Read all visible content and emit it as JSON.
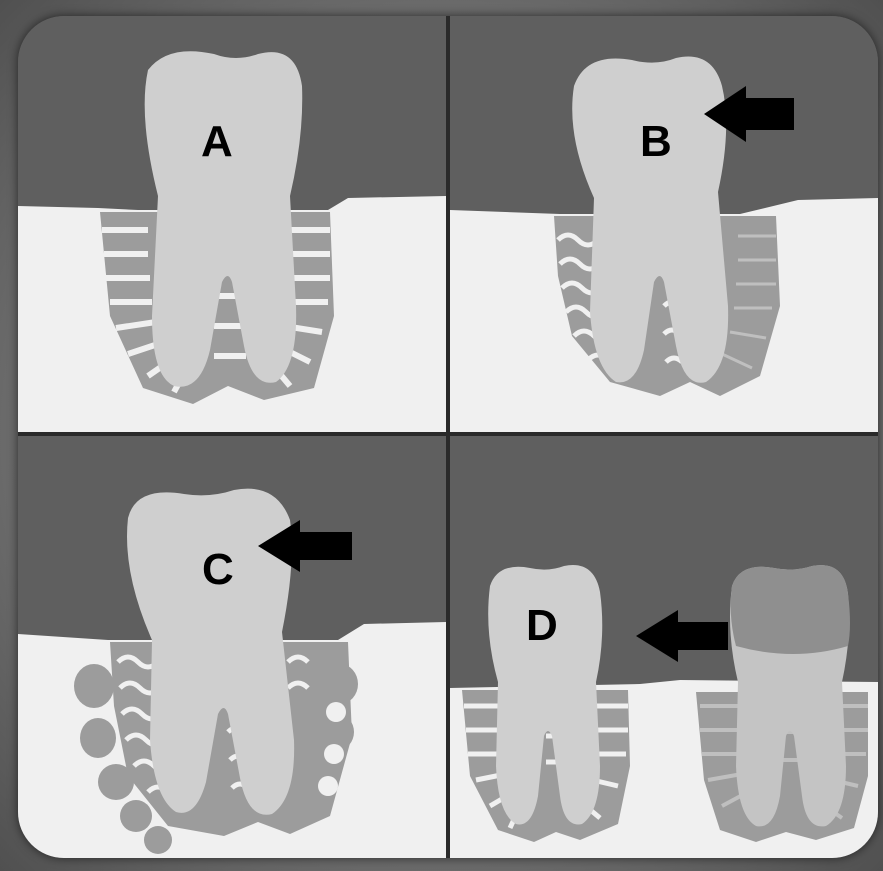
{
  "panels": [
    {
      "id": "A",
      "label": "A",
      "arrow": false
    },
    {
      "id": "B",
      "label": "B",
      "arrow": true
    },
    {
      "id": "C",
      "label": "C",
      "arrow": true
    },
    {
      "id": "D",
      "label": "D",
      "arrow": true
    }
  ],
  "colors": {
    "background": "#5f5f5f",
    "bone": "#f0f0f0",
    "tooth": "#cfcfcf",
    "periodontal_ligament": "#9c9c9c",
    "crown_d_right": "#8f8f8f",
    "arrow": "#000000"
  }
}
